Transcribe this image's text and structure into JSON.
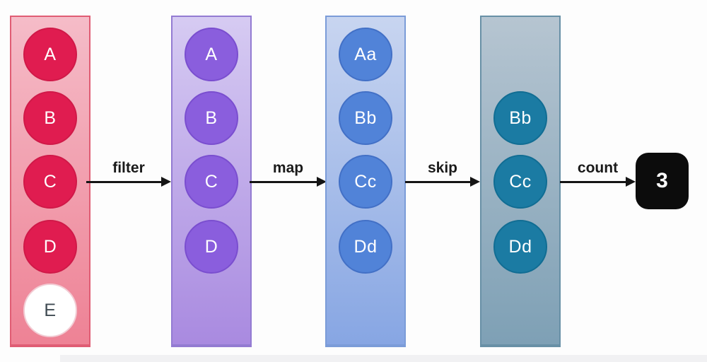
{
  "diagram": {
    "columns": [
      {
        "circles": [
          "A",
          "B",
          "C",
          "D",
          "E"
        ]
      },
      {
        "circles": [
          "A",
          "B",
          "C",
          "D"
        ]
      },
      {
        "circles": [
          "Aa",
          "Bb",
          "Cc",
          "Dd"
        ]
      },
      {
        "circles": [
          "Bb",
          "Cc",
          "Dd"
        ]
      }
    ],
    "operations": [
      "filter",
      "map",
      "skip",
      "count"
    ],
    "result": {
      "value": "3"
    }
  },
  "colors": {
    "source_bg_top": "#f5bcc8",
    "source_bg_bottom": "#ee8295",
    "source_border": "#e05d74",
    "source_circle": "#e01c50",
    "source_circle_border": "#d01948",
    "excluded_circle_bg": "#ffffff",
    "excluded_circle_border": "#f2ccd4",
    "excluded_circle_text": "#3f4a52",
    "filtered_bg_top": "#d6cbf2",
    "filtered_bg_bottom": "#a98ae0",
    "filtered_border": "#937bd2",
    "filtered_circle": "#8a5edd",
    "filtered_circle_border": "#7a4ecf",
    "mapped_bg_top": "#c8d5f0",
    "mapped_bg_bottom": "#87a6e3",
    "mapped_border": "#7b9cd8",
    "mapped_circle": "#5183d8",
    "mapped_circle_border": "#4270c6",
    "skipped_bg_top": "#b6c5d1",
    "skipped_bg_bottom": "#7ea0b5",
    "skipped_border": "#6890a6",
    "skipped_circle": "#1b7ba3",
    "skipped_circle_border": "#116d93",
    "circle_text": "#ffffff",
    "label_text": "#1a1a1a",
    "arrow": "#151515",
    "result_bg": "#0c0c0c",
    "result_text": "#ffffff"
  }
}
